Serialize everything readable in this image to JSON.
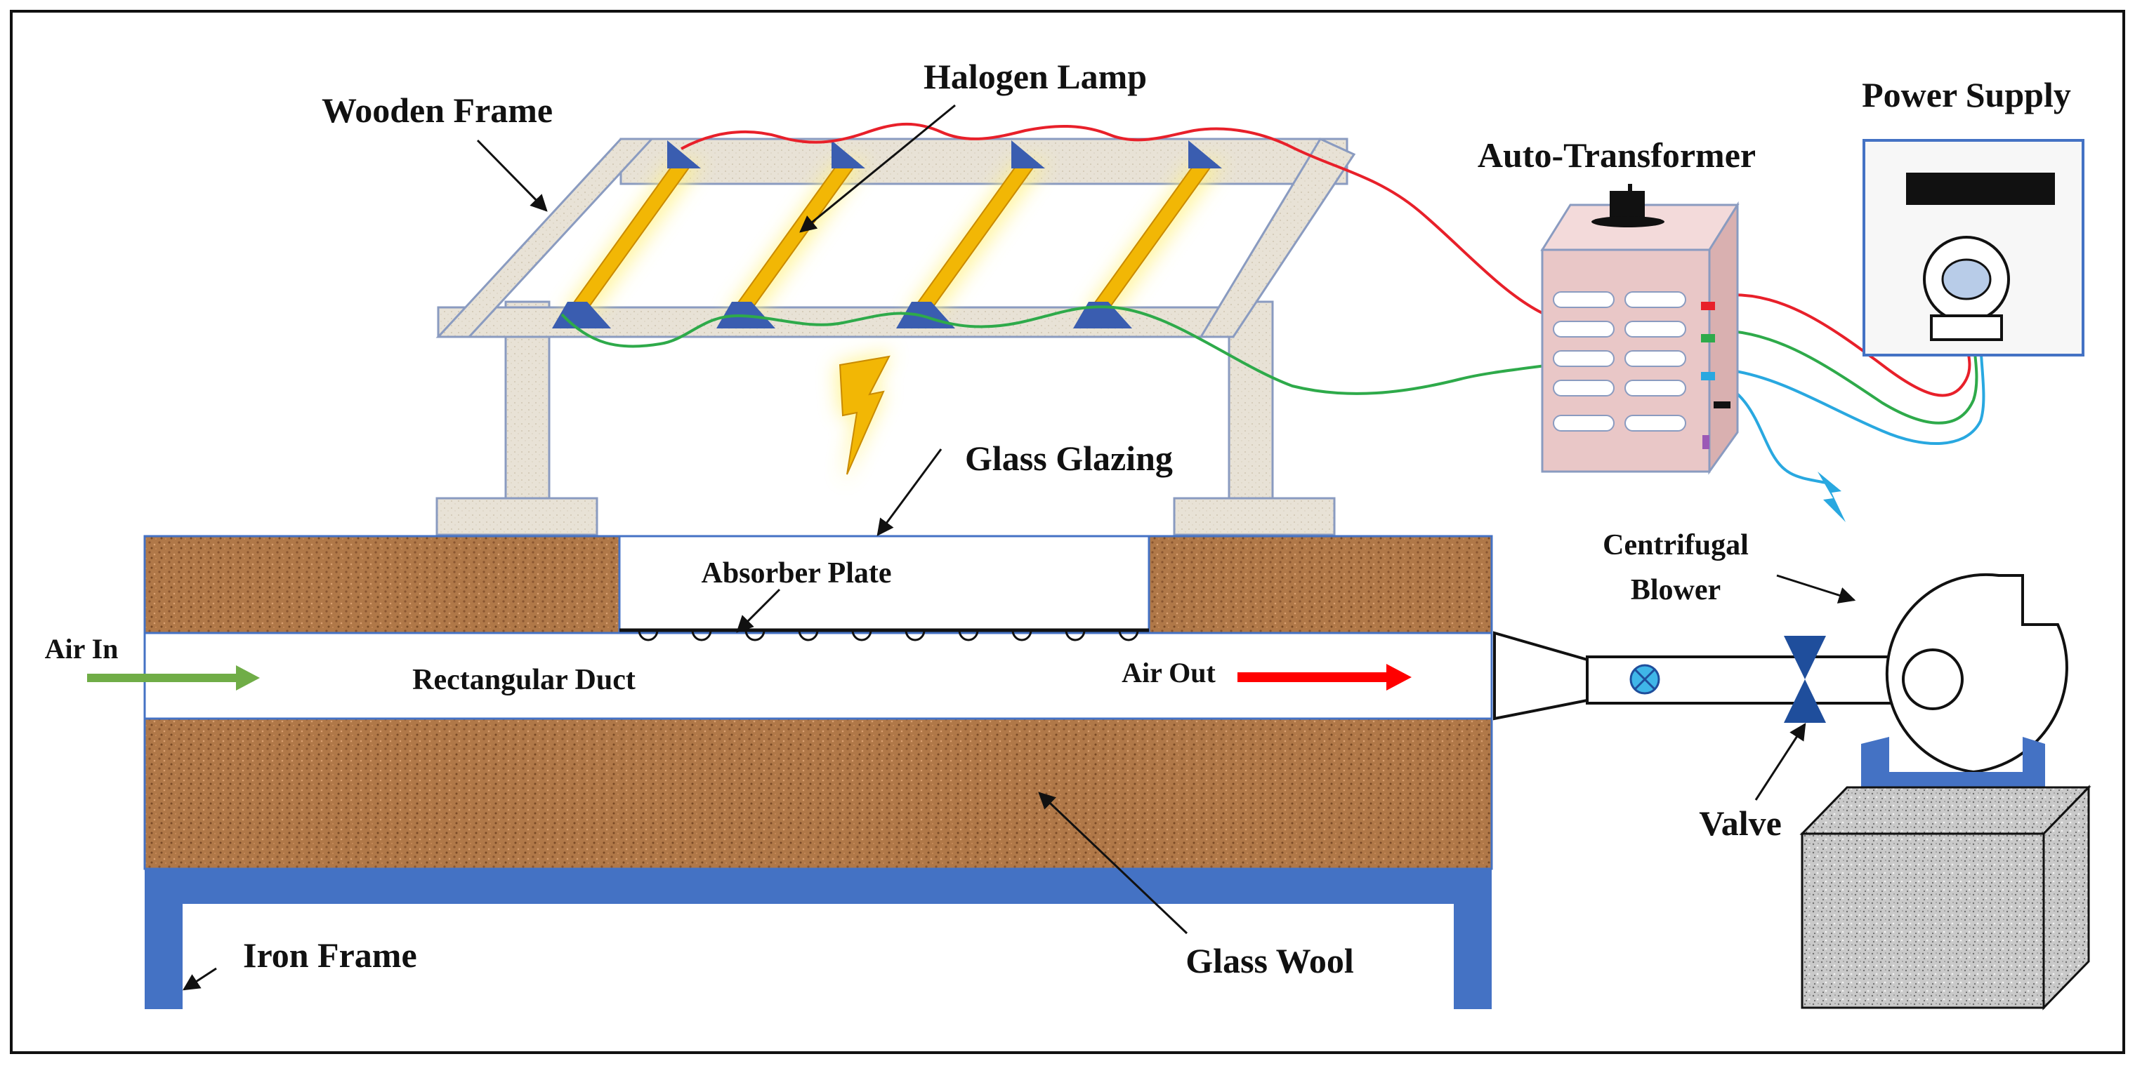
{
  "labels": {
    "halogen_lamp": "Halogen Lamp",
    "wooden_frame": "Wooden Frame",
    "power_supply": "Power Supply",
    "auto_transformer": "Auto-Transformer",
    "glass_glazing": "Glass Glazing",
    "absorber_plate": "Absorber Plate",
    "centrifugal": "Centrifugal",
    "blower": "Blower",
    "air_in": "Air In",
    "rectangular_duct": "Rectangular Duct",
    "air_out": "Air Out",
    "valve": "Valve",
    "iron_frame": "Iron Frame",
    "glass_wool": "Glass Wool"
  },
  "colors": {
    "wood": "#e8e2d6",
    "wood_edge": "#8a9bc0",
    "lamp": "#f2b705",
    "lamp_glow": "#fff38a",
    "lamp_holder": "#3a5db0",
    "insulation": "#b07848",
    "insulation_dark": "#8a5630",
    "iron": "#4472c4",
    "transformer": "#e9c7c7",
    "wire_red": "#e8202a",
    "wire_green": "#2eaa4a",
    "wire_blue": "#29a8e0",
    "arrow_in": "#70ad47",
    "arrow_out": "#ff0000",
    "granite": "#c8c8c8",
    "valve": "#1f4e9c",
    "flowmeter": "#3fb6e8"
  },
  "icons": {
    "lightning": "lightning-bolt-icon",
    "spark": "electric-spark-icon"
  }
}
